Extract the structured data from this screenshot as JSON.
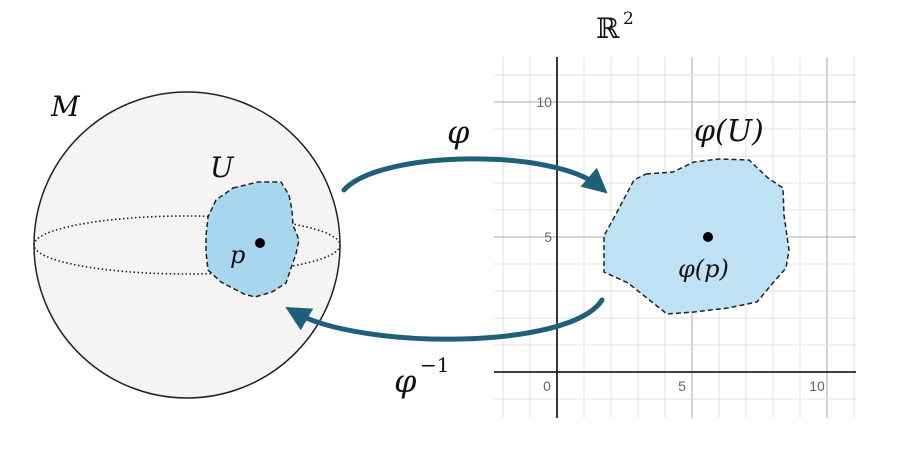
{
  "colors": {
    "region_fill": "#a9d6ef",
    "region_fill_right": "#bfe1f4",
    "arrow": "#1f5f7c",
    "sphere_fill": "#f4f4f4",
    "grid_minor": "#e2e2e2",
    "grid_major": "#bdbdbd",
    "axis": "#222222"
  },
  "labels": {
    "manifold": "M",
    "open_set": "U",
    "point": "p",
    "chart_map": "φ",
    "chart_image": "φ(U)",
    "image_point": "φ(p)",
    "inverse_base": "φ",
    "inverse_exp": "−1",
    "space_base": "ℝ",
    "space_exp": "2"
  },
  "plane": {
    "ticks": {
      "x": [
        "0",
        "5",
        "10"
      ],
      "y": [
        "5",
        "10"
      ]
    }
  },
  "icons": {
    "forward_arrow": "curved-arrow-right-icon",
    "inverse_arrow": "curved-arrow-left-icon"
  }
}
